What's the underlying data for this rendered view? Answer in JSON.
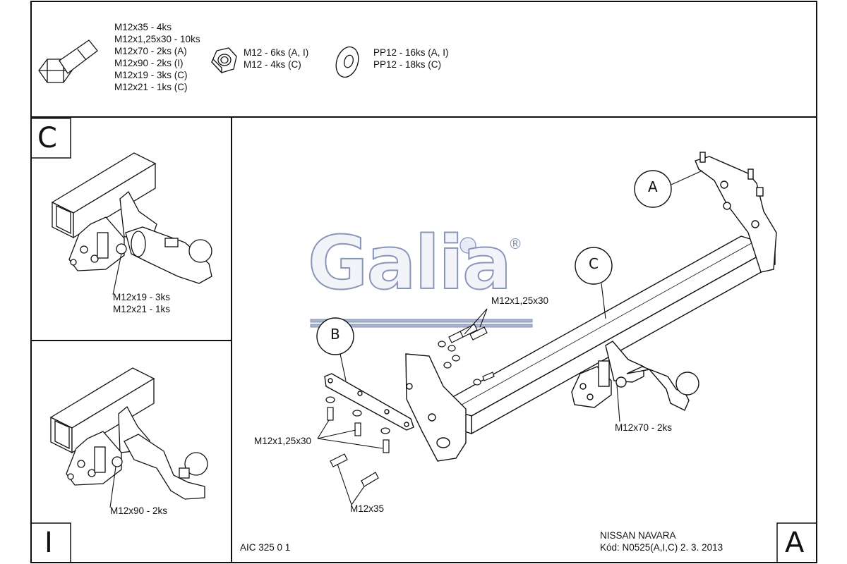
{
  "hardware": {
    "bolt_lines": [
      "M12x35 - 4ks",
      "M12x1,25x30 - 10ks",
      "M12x70 - 2ks (A)",
      "M12x90 - 2ks (I)",
      "M12x19 - 3ks (C)",
      "M12x21 - 1ks (C)"
    ],
    "nut_lines": [
      "M12 - 6ks (A, I)",
      "M12 - 4ks (C)"
    ],
    "washer_lines": [
      "PP12 - 16ks (A, I)",
      "PP12 - 18ks (C)"
    ]
  },
  "panel_c": {
    "letter": "C",
    "callout_lines": [
      "M12x19 - 3ks",
      "M12x21 - 1ks"
    ]
  },
  "panel_i": {
    "letter": "I",
    "callout": "M12x90 - 2ks"
  },
  "main": {
    "logo_text": "Galia",
    "registered_mark": "®",
    "label_a": "A",
    "label_b": "B",
    "label_c": "C",
    "callout_m12x1_25x30_top": "M12x1,25x30",
    "callout_m12x1_25x30_left": "M12x1,25x30",
    "callout_m12x35": "M12x35",
    "callout_m12x70": "M12x70 - 2ks"
  },
  "footer": {
    "drawing_code": "AIC 325 0 1",
    "vehicle": "NISSAN NAVARA",
    "code_line": "Kód: N0525(A,I,C)  2. 3. 2013",
    "corner_letter": "A"
  }
}
